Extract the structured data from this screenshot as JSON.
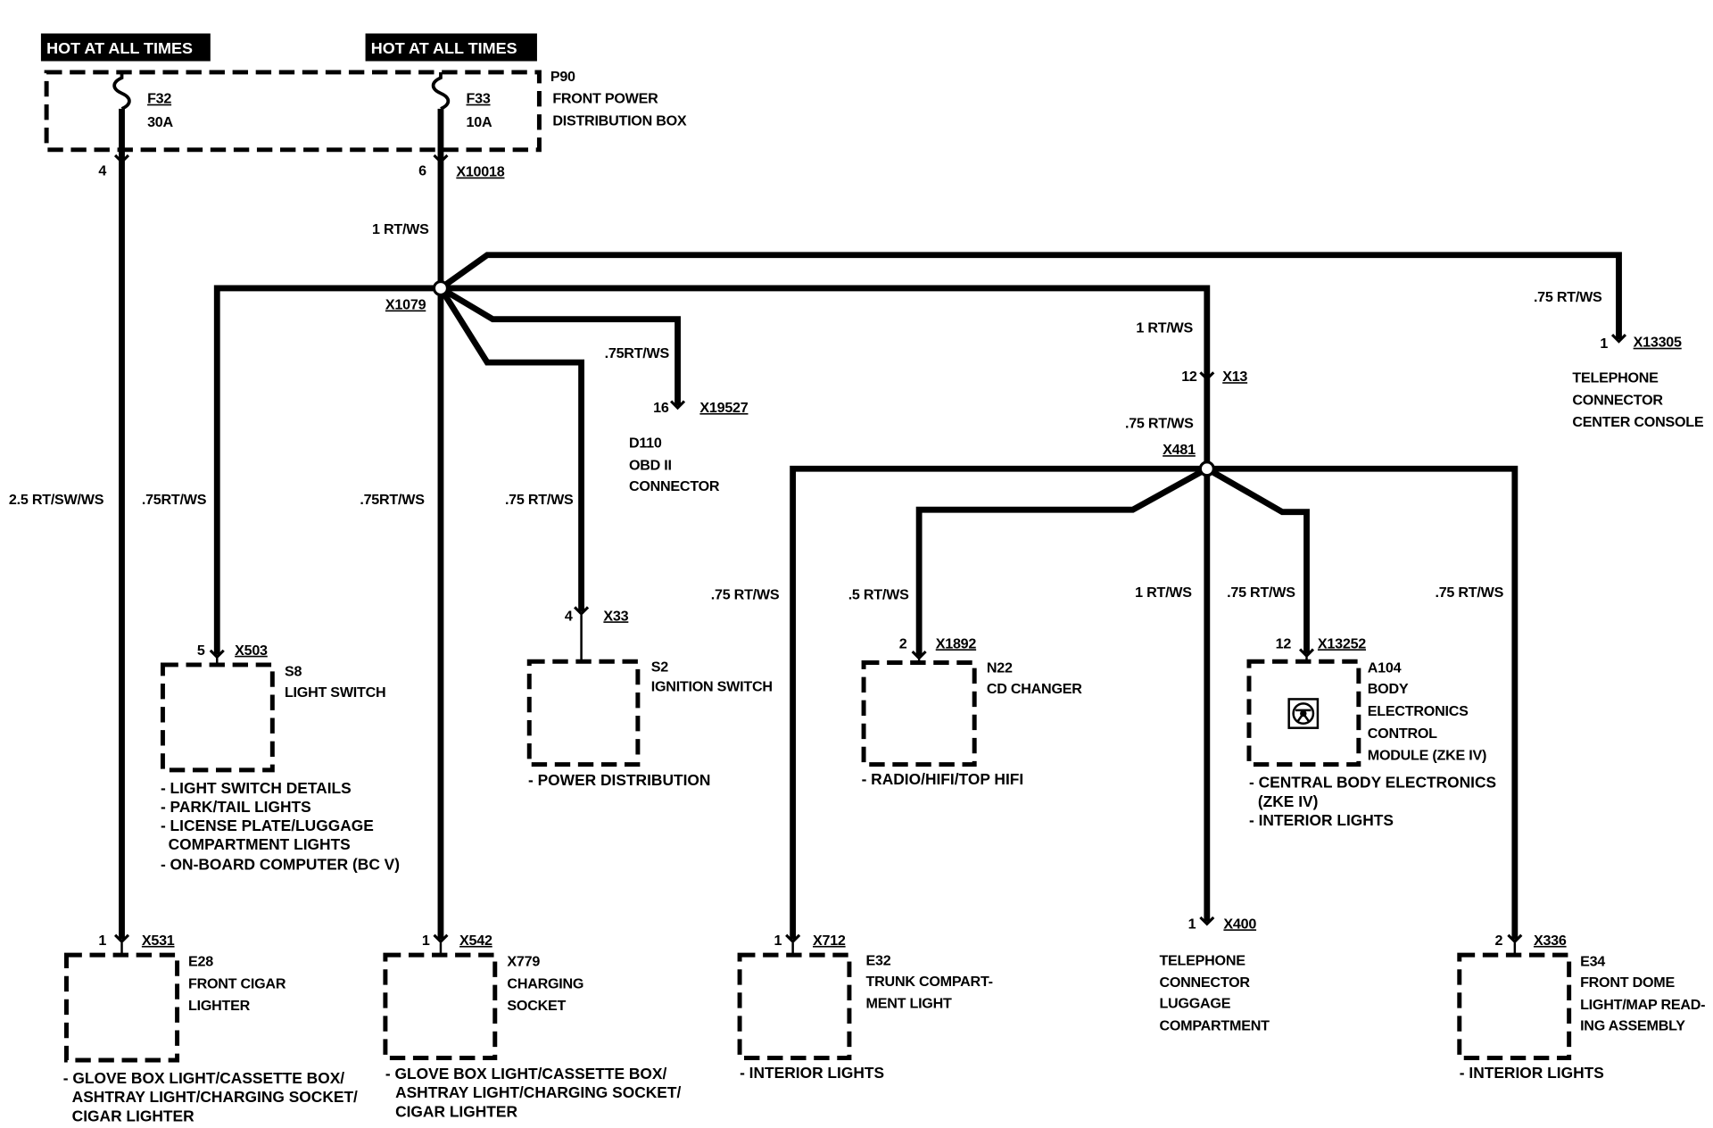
{
  "colors": {
    "ink": "#000000",
    "paper": "#ffffff",
    "tag_text": "#ffffff"
  },
  "power_tags": [
    "HOT AT ALL TIMES",
    "HOT AT ALL TIMES"
  ],
  "fuse_box": {
    "ref": "P90",
    "name": [
      "FRONT POWER",
      "DISTRIBUTION BOX"
    ],
    "fuses": [
      {
        "ref": "F32",
        "rating": "30A",
        "pin": "4"
      },
      {
        "ref": "F33",
        "rating": "10A",
        "pin": "6",
        "connector": "X10018"
      }
    ]
  },
  "splices": {
    "first": "X1079",
    "second": "X481"
  },
  "wire_labels": {
    "fuse_f32": "2.5 RT/SW/WS",
    "fuse_f33": "1 RT/WS",
    "light_switch": ".75RT/WS",
    "charging_socket": ".75RT/WS",
    "ignition_switch": ".75 RT/WS",
    "obd": ".75RT/WS",
    "telephone_console": ".75 RT/WS",
    "x13": "1 RT/WS",
    "x481": ".75 RT/WS",
    "trunk_light": ".75 RT/WS",
    "cd_changer": ".5 RT/WS",
    "telephone_luggage": "1 RT/WS",
    "body_module": ".75 RT/WS",
    "dome_light": ".75 RT/WS"
  },
  "inline_connector": {
    "pin": "12",
    "connector": "X13"
  },
  "components": {
    "telephone_console": {
      "pin": "1",
      "connector": "X13305",
      "name": [
        "TELEPHONE",
        "CONNECTOR",
        "CENTER CONSOLE"
      ]
    },
    "obd": {
      "pin": "16",
      "connector": "X19527",
      "ref": "D110",
      "name": [
        "OBD II",
        "CONNECTOR"
      ]
    },
    "light_switch": {
      "pin": "5",
      "connector": "X503",
      "ref": "S8",
      "name": [
        "LIGHT SWITCH"
      ],
      "notes": [
        "- LIGHT SWITCH DETAILS",
        "- PARK/TAIL LIGHTS",
        "- LICENSE PLATE/LUGGAGE",
        "COMPARTMENT LIGHTS",
        "- ON-BOARD COMPUTER (BC V)"
      ]
    },
    "ignition_switch": {
      "pin": "4",
      "connector": "X33",
      "ref": "S2",
      "name": [
        "IGNITION SWITCH"
      ],
      "notes": [
        "- POWER DISTRIBUTION"
      ]
    },
    "cd_changer": {
      "pin": "2",
      "connector": "X1892",
      "ref": "N22",
      "name": [
        "CD CHANGER"
      ],
      "notes": [
        "- RADIO/HIFI/TOP HIFI"
      ]
    },
    "body_module": {
      "pin": "12",
      "connector": "X13252",
      "ref": "A104",
      "name": [
        "BODY",
        "ELECTRONICS",
        "CONTROL",
        "MODULE (ZKE IV)"
      ],
      "icon": "control-module-icon",
      "notes": [
        "- CENTRAL BODY ELECTRONICS",
        "(ZKE IV)",
        "- INTERIOR LIGHTS"
      ]
    },
    "cigar_lighter": {
      "pin": "1",
      "connector": "X531",
      "ref": "E28",
      "name": [
        "FRONT CIGAR",
        "LIGHTER"
      ],
      "notes": [
        "- GLOVE BOX LIGHT/CASSETTE BOX/",
        "ASHTRAY LIGHT/CHARGING SOCKET/",
        "CIGAR LIGHTER"
      ]
    },
    "charging_socket": {
      "pin": "1",
      "connector": "X542",
      "ref": "X779",
      "name": [
        "CHARGING",
        "SOCKET"
      ],
      "notes": [
        "- GLOVE BOX LIGHT/CASSETTE BOX/",
        "ASHTRAY LIGHT/CHARGING SOCKET/",
        "CIGAR LIGHTER"
      ]
    },
    "trunk_light": {
      "pin": "1",
      "connector": "X712",
      "ref": "E32",
      "name": [
        "TRUNK COMPART-",
        "MENT LIGHT"
      ],
      "notes": [
        "- INTERIOR LIGHTS"
      ]
    },
    "telephone_luggage": {
      "pin": "1",
      "connector": "X400",
      "name": [
        "TELEPHONE",
        "CONNECTOR",
        "LUGGAGE",
        "COMPARTMENT"
      ]
    },
    "dome_light": {
      "pin": "2",
      "connector": "X336",
      "ref": "E34",
      "name": [
        "FRONT DOME",
        "LIGHT/MAP READ-",
        "ING ASSEMBLY"
      ],
      "notes": [
        "- INTERIOR LIGHTS"
      ]
    }
  }
}
